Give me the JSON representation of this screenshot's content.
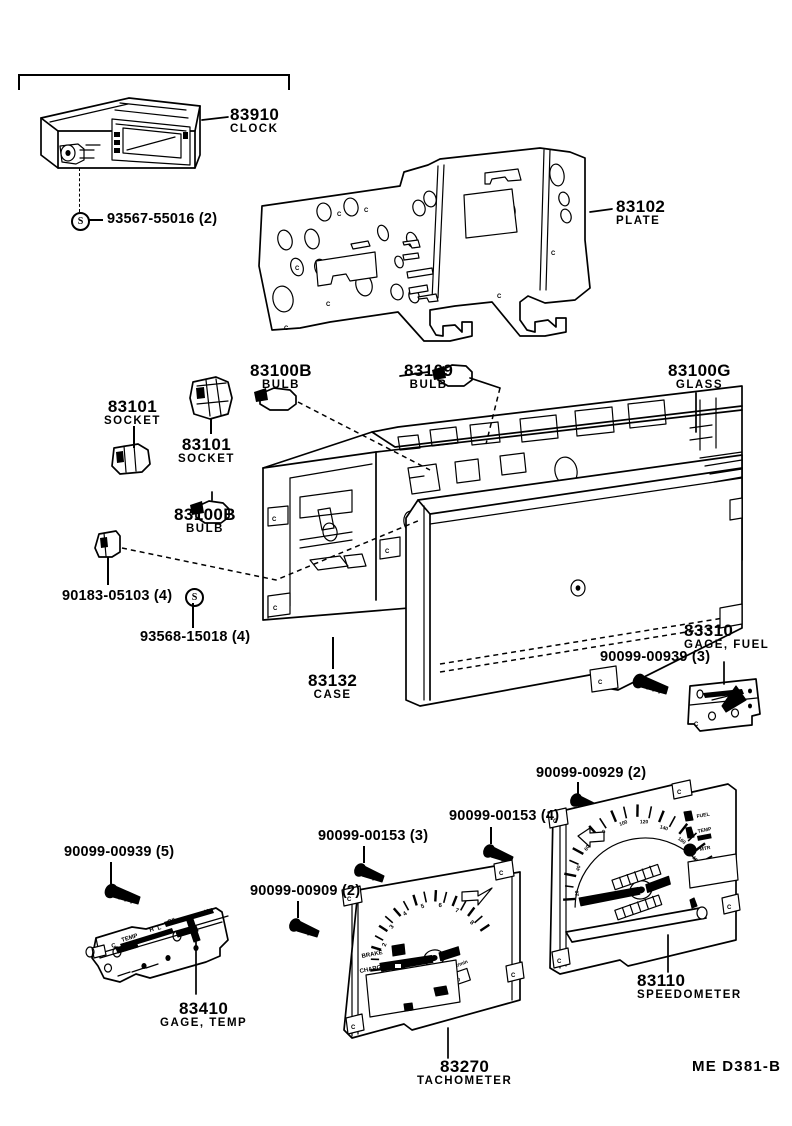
{
  "diagram": {
    "code": "ME  D381-B",
    "parts": [
      {
        "id": "clock",
        "number": "83910",
        "name": "CLOCK"
      },
      {
        "id": "plate",
        "number": "83102",
        "name": "PLATE"
      },
      {
        "id": "bulb-b-upper",
        "number": "83100B",
        "name": "BULB"
      },
      {
        "id": "bulb-b-lower",
        "number": "83100B",
        "name": "BULB"
      },
      {
        "id": "bulb-83109",
        "number": "83109",
        "name": "BULB"
      },
      {
        "id": "glass",
        "number": "83100G",
        "name": "GLASS"
      },
      {
        "id": "socket-left",
        "number": "83101",
        "name": "SOCKET"
      },
      {
        "id": "socket-mid",
        "number": "83101",
        "name": "SOCKET"
      },
      {
        "id": "case",
        "number": "83132",
        "name": "CASE"
      },
      {
        "id": "gage-fuel",
        "number": "83310",
        "name": "GAGE, FUEL"
      },
      {
        "id": "gage-temp",
        "number": "83410",
        "name": "GAGE, TEMP"
      },
      {
        "id": "tachometer",
        "number": "83270",
        "name": "TACHOMETER"
      },
      {
        "id": "speedometer",
        "number": "83110",
        "name": "SPEEDOMETER"
      }
    ],
    "hardware": [
      {
        "id": "hw-93567",
        "label": "93567-55016 (2)",
        "washer": "S"
      },
      {
        "id": "hw-90183",
        "label": "90183-05103 (4)"
      },
      {
        "id": "hw-93568",
        "label": "93568-15018 (4)",
        "washer": "S"
      },
      {
        "id": "hw-90099-939-3",
        "label": "90099-00939 (3)"
      },
      {
        "id": "hw-90099-929-2",
        "label": "90099-00929 (2)"
      },
      {
        "id": "hw-90099-153-4",
        "label": "90099-00153 (4)"
      },
      {
        "id": "hw-90099-153-3",
        "label": "90099-00153 (3)"
      },
      {
        "id": "hw-90099-909-2",
        "label": "90099-00909 (2)"
      },
      {
        "id": "hw-90099-939-5",
        "label": "90099-00939 (5)"
      }
    ],
    "gauge_faces": {
      "tachometer": {
        "scale": [
          "1",
          "2",
          "3",
          "4",
          "5",
          "6",
          "7",
          "8"
        ],
        "indicators": [
          "BRAKE",
          "CHARGE"
        ],
        "unit": "1000 r/min",
        "badge": "x100"
      },
      "speedometer": {
        "scale": [
          "20",
          "40",
          "60",
          "80",
          "100",
          "120",
          "140",
          "160",
          "180"
        ],
        "indicators": [
          "FUEL",
          "TEMP",
          "MTR"
        ]
      },
      "gage_temp": {
        "labels": [
          "TEMP",
          "OIL"
        ],
        "endpoints": [
          "C",
          "H",
          "L",
          "H"
        ]
      }
    }
  }
}
